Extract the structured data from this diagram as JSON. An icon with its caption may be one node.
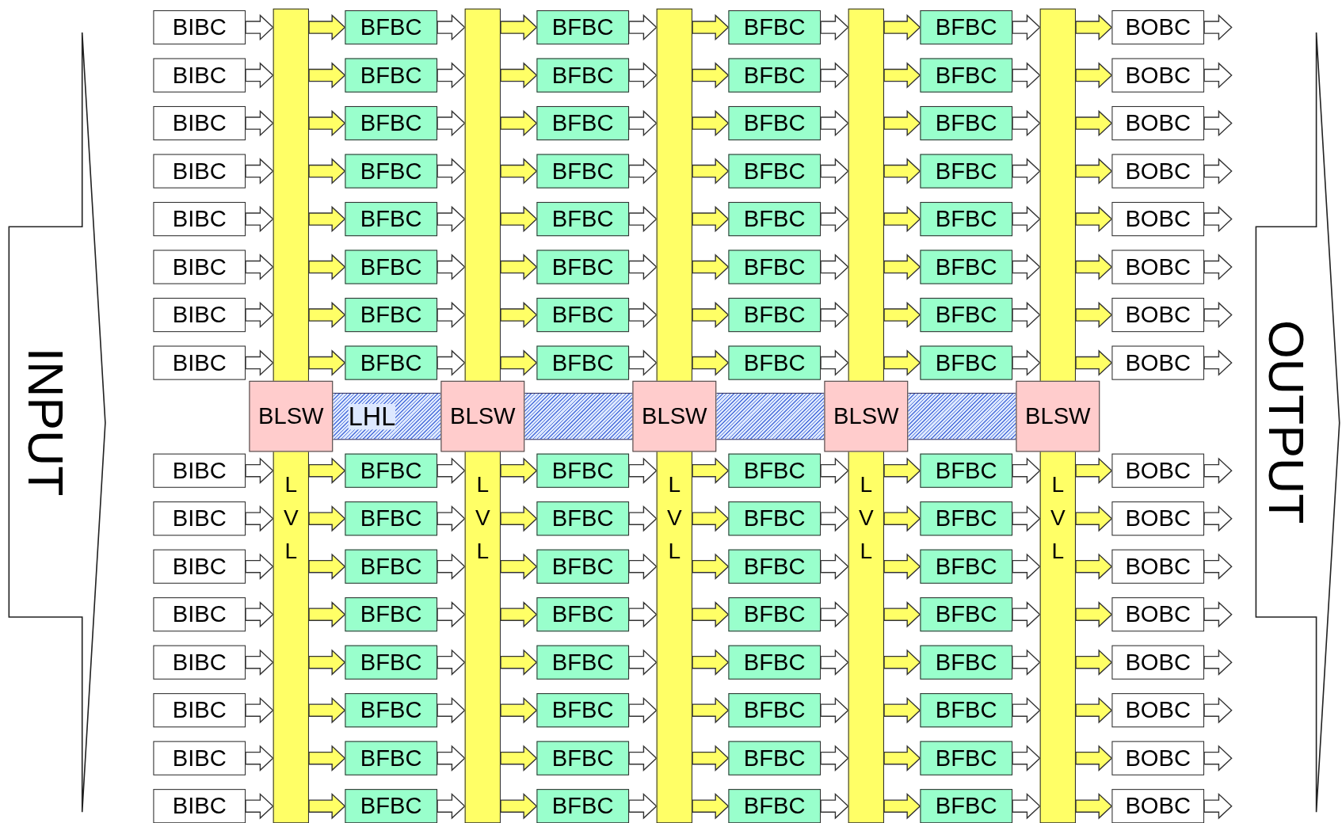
{
  "diagram": {
    "nodes": [
      {
        "text": [
          "INPUT"
        ]
      },
      {
        "text": [
          "LVL"
        ]
      },
      {
        "text": [
          "LVL"
        ]
      },
      {
        "text": [
          "LVL"
        ]
      },
      {
        "text": [
          "LVL"
        ]
      },
      {
        "text": [
          "LVL"
        ]
      },
      {
        "text": [
          "BLSW"
        ]
      },
      {
        "text": [
          "BLSW"
        ]
      },
      {
        "text": [
          "BLSW"
        ]
      },
      {
        "text": [
          "BLSW"
        ]
      },
      {
        "text": [
          "BLSW"
        ]
      },
      {
        "text": [
          "LHL"
        ]
      },
      {
        "text": [],
        "shape": "bar"
      },
      {
        "text": [],
        "shape": "bar"
      },
      {
        "text": [],
        "shape": "bar"
      },
      {
        "text": [
          "BIBC"
        ]
      },
      {
        "text": [
          "BFBC"
        ]
      },
      {
        "text": [
          "BFBC"
        ]
      },
      {
        "text": [
          "BFBC"
        ]
      },
      {
        "text": [
          "BFBC"
        ]
      },
      {
        "text": [
          "BOBC"
        ]
      },
      {
        "text": [
          "BIBC"
        ]
      },
      {
        "text": [
          "BFBC"
        ]
      },
      {
        "text": [
          "BFBC"
        ]
      },
      {
        "text": [
          "BFBC"
        ]
      },
      {
        "text": [
          "BFBC"
        ]
      },
      {
        "text": [
          "BOBC"
        ]
      },
      {
        "text": [
          "BIBC"
        ]
      },
      {
        "text": [
          "BFBC"
        ]
      },
      {
        "text": [
          "BFBC"
        ]
      },
      {
        "text": [
          "BFBC"
        ]
      },
      {
        "text": [
          "BFBC"
        ]
      },
      {
        "text": [
          "BOBC"
        ]
      },
      {
        "text": [
          "BIBC"
        ]
      },
      {
        "text": [
          "BFBC"
        ]
      },
      {
        "text": [
          "BFBC"
        ]
      },
      {
        "text": [
          "BFBC"
        ]
      },
      {
        "text": [
          "BFBC"
        ]
      },
      {
        "text": [
          "BOBC"
        ]
      },
      {
        "text": [
          "BIBC"
        ]
      },
      {
        "text": [
          "BFBC"
        ]
      },
      {
        "text": [
          "BFBC"
        ]
      },
      {
        "text": [
          "BFBC"
        ]
      },
      {
        "text": [
          "BFBC"
        ]
      },
      {
        "text": [
          "BOBC"
        ]
      },
      {
        "text": [
          "BIBC"
        ]
      },
      {
        "text": [
          "BFBC"
        ]
      },
      {
        "text": [
          "BFBC"
        ]
      },
      {
        "text": [
          "BFBC"
        ]
      },
      {
        "text": [
          "BFBC"
        ]
      },
      {
        "text": [
          "BOBC"
        ]
      },
      {
        "text": [
          "BIBC"
        ]
      },
      {
        "text": [
          "BFBC"
        ]
      },
      {
        "text": [
          "BFBC"
        ]
      },
      {
        "text": [
          "BFBC"
        ]
      },
      {
        "text": [
          "BFBC"
        ]
      },
      {
        "text": [
          "BOBC"
        ]
      },
      {
        "text": [
          "BIBC"
        ]
      },
      {
        "text": [
          "BFBC"
        ]
      },
      {
        "text": [
          "BFBC"
        ]
      },
      {
        "text": [
          "BFBC"
        ]
      },
      {
        "text": [
          "BFBC"
        ]
      },
      {
        "text": [
          "BOBC"
        ]
      },
      {
        "text": [
          "BIBC"
        ]
      },
      {
        "text": [
          "BFBC"
        ]
      },
      {
        "text": [
          "BFBC"
        ]
      },
      {
        "text": [
          "BFBC"
        ]
      },
      {
        "text": [
          "BFBC"
        ]
      },
      {
        "text": [
          "BOBC"
        ]
      },
      {
        "text": [
          "BIBC"
        ]
      },
      {
        "text": [
          "BFBC"
        ]
      },
      {
        "text": [
          "BFBC"
        ]
      },
      {
        "text": [
          "BFBC"
        ]
      },
      {
        "text": [
          "BFBC"
        ]
      },
      {
        "text": [
          "BOBC"
        ]
      },
      {
        "text": [
          "BIBC"
        ]
      },
      {
        "text": [
          "BFBC"
        ]
      },
      {
        "text": [
          "BFBC"
        ]
      },
      {
        "text": [
          "BFBC"
        ]
      },
      {
        "text": [
          "BFBC"
        ]
      },
      {
        "text": [
          "BOBC"
        ]
      },
      {
        "text": [
          "BIBC"
        ]
      },
      {
        "text": [
          "BFBC"
        ]
      },
      {
        "text": [
          "BFBC"
        ]
      },
      {
        "text": [
          "BFBC"
        ]
      },
      {
        "text": [
          "BFBC"
        ]
      },
      {
        "text": [
          "BOBC"
        ]
      },
      {
        "text": [
          "BIBC"
        ]
      },
      {
        "text": [
          "BFBC"
        ]
      },
      {
        "text": [
          "BFBC"
        ]
      },
      {
        "text": [
          "BFBC"
        ]
      },
      {
        "text": [
          "BFBC"
        ]
      },
      {
        "text": [
          "BOBC"
        ]
      },
      {
        "text": [
          "BIBC"
        ]
      },
      {
        "text": [
          "BFBC"
        ]
      },
      {
        "text": [
          "BFBC"
        ]
      },
      {
        "text": [
          "BFBC"
        ]
      },
      {
        "text": [
          "BFBC"
        ]
      },
      {
        "text": [
          "BOBC"
        ]
      },
      {
        "text": [
          "BIBC"
        ]
      },
      {
        "text": [
          "BFBC"
        ]
      },
      {
        "text": [
          "BFBC"
        ]
      },
      {
        "text": [
          "BFBC"
        ]
      },
      {
        "text": [
          "BFBC"
        ]
      },
      {
        "text": [
          "BOBC"
        ]
      },
      {
        "text": [
          "BIBC"
        ]
      },
      {
        "text": [
          "BFBC"
        ]
      },
      {
        "text": [
          "BFBC"
        ]
      },
      {
        "text": [
          "BFBC"
        ]
      },
      {
        "text": [
          "BFBC"
        ]
      },
      {
        "text": [
          "BOBC"
        ]
      },
      {
        "text": [
          "OUTPUT"
        ]
      }
    ],
    "edges": [
      {
        "from": 15,
        "to": 1,
        "arrow": "to"
      },
      {
        "from": 1,
        "to": 16,
        "arrow": "to",
        "color": "#ffff66"
      },
      {
        "from": 16,
        "to": 2,
        "arrow": "to"
      },
      {
        "from": 2,
        "to": 17,
        "arrow": "to",
        "color": "#ffff66"
      },
      {
        "from": 17,
        "to": 3,
        "arrow": "to"
      },
      {
        "from": 3,
        "to": 18,
        "arrow": "to",
        "color": "#ffff66"
      },
      {
        "from": 18,
        "to": 4,
        "arrow": "to"
      },
      {
        "from": 4,
        "to": 19,
        "arrow": "to",
        "color": "#ffff66"
      },
      {
        "from": 19,
        "to": 5,
        "arrow": "to"
      },
      {
        "from": 5,
        "to": 20,
        "arrow": "to",
        "color": "#ffff66"
      },
      {
        "from": 20,
        "to": null,
        "arrow": "to"
      },
      {
        "from": 21,
        "to": 1,
        "arrow": "to"
      },
      {
        "from": 1,
        "to": 22,
        "arrow": "to",
        "color": "#ffff66"
      },
      {
        "from": 22,
        "to": 2,
        "arrow": "to"
      },
      {
        "from": 2,
        "to": 23,
        "arrow": "to",
        "color": "#ffff66"
      },
      {
        "from": 23,
        "to": 3,
        "arrow": "to"
      },
      {
        "from": 3,
        "to": 24,
        "arrow": "to",
        "color": "#ffff66"
      },
      {
        "from": 24,
        "to": 4,
        "arrow": "to"
      },
      {
        "from": 4,
        "to": 25,
        "arrow": "to",
        "color": "#ffff66"
      },
      {
        "from": 25,
        "to": 5,
        "arrow": "to"
      },
      {
        "from": 5,
        "to": 26,
        "arrow": "to",
        "color": "#ffff66"
      },
      {
        "from": 26,
        "to": null,
        "arrow": "to"
      },
      {
        "from": 27,
        "to": 1,
        "arrow": "to"
      },
      {
        "from": 1,
        "to": 28,
        "arrow": "to",
        "color": "#ffff66"
      },
      {
        "from": 28,
        "to": 2,
        "arrow": "to"
      },
      {
        "from": 2,
        "to": 29,
        "arrow": "to",
        "color": "#ffff66"
      },
      {
        "from": 29,
        "to": 3,
        "arrow": "to"
      },
      {
        "from": 3,
        "to": 30,
        "arrow": "to",
        "color": "#ffff66"
      },
      {
        "from": 30,
        "to": 4,
        "arrow": "to"
      },
      {
        "from": 4,
        "to": 31,
        "arrow": "to",
        "color": "#ffff66"
      },
      {
        "from": 31,
        "to": 5,
        "arrow": "to"
      },
      {
        "from": 5,
        "to": 32,
        "arrow": "to",
        "color": "#ffff66"
      },
      {
        "from": 32,
        "to": null,
        "arrow": "to"
      },
      {
        "from": 33,
        "to": 1,
        "arrow": "to"
      },
      {
        "from": 1,
        "to": 34,
        "arrow": "to",
        "color": "#ffff66"
      },
      {
        "from": 34,
        "to": 2,
        "arrow": "to"
      },
      {
        "from": 2,
        "to": 35,
        "arrow": "to",
        "color": "#ffff66"
      },
      {
        "from": 35,
        "to": 3,
        "arrow": "to"
      },
      {
        "from": 3,
        "to": 36,
        "arrow": "to",
        "color": "#ffff66"
      },
      {
        "from": 36,
        "to": 4,
        "arrow": "to"
      },
      {
        "from": 4,
        "to": 37,
        "arrow": "to",
        "color": "#ffff66"
      },
      {
        "from": 37,
        "to": 5,
        "arrow": "to"
      },
      {
        "from": 5,
        "to": 38,
        "arrow": "to",
        "color": "#ffff66"
      },
      {
        "from": 38,
        "to": null,
        "arrow": "to"
      },
      {
        "from": 39,
        "to": 1,
        "arrow": "to"
      },
      {
        "from": 1,
        "to": 40,
        "arrow": "to",
        "color": "#ffff66"
      },
      {
        "from": 40,
        "to": 2,
        "arrow": "to"
      },
      {
        "from": 2,
        "to": 41,
        "arrow": "to",
        "color": "#ffff66"
      },
      {
        "from": 41,
        "to": 3,
        "arrow": "to"
      },
      {
        "from": 3,
        "to": 42,
        "arrow": "to",
        "color": "#ffff66"
      },
      {
        "from": 42,
        "to": 4,
        "arrow": "to"
      },
      {
        "from": 4,
        "to": 43,
        "arrow": "to",
        "color": "#ffff66"
      },
      {
        "from": 43,
        "to": 5,
        "arrow": "to"
      },
      {
        "from": 5,
        "to": 44,
        "arrow": "to",
        "color": "#ffff66"
      },
      {
        "from": 44,
        "to": null,
        "arrow": "to"
      },
      {
        "from": 45,
        "to": 1,
        "arrow": "to"
      },
      {
        "from": 1,
        "to": 46,
        "arrow": "to",
        "color": "#ffff66"
      },
      {
        "from": 46,
        "to": 2,
        "arrow": "to"
      },
      {
        "from": 2,
        "to": 47,
        "arrow": "to",
        "color": "#ffff66"
      },
      {
        "from": 47,
        "to": 3,
        "arrow": "to"
      },
      {
        "from": 3,
        "to": 48,
        "arrow": "to",
        "color": "#ffff66"
      },
      {
        "from": 48,
        "to": 4,
        "arrow": "to"
      },
      {
        "from": 4,
        "to": 49,
        "arrow": "to",
        "color": "#ffff66"
      },
      {
        "from": 49,
        "to": 5,
        "arrow": "to"
      },
      {
        "from": 5,
        "to": 50,
        "arrow": "to",
        "color": "#ffff66"
      },
      {
        "from": 50,
        "to": null,
        "arrow": "to"
      },
      {
        "from": 51,
        "to": 1,
        "arrow": "to"
      },
      {
        "from": 1,
        "to": 52,
        "arrow": "to",
        "color": "#ffff66"
      },
      {
        "from": 52,
        "to": 2,
        "arrow": "to"
      },
      {
        "from": 2,
        "to": 53,
        "arrow": "to",
        "color": "#ffff66"
      },
      {
        "from": 53,
        "to": 3,
        "arrow": "to"
      },
      {
        "from": 3,
        "to": 54,
        "arrow": "to",
        "color": "#ffff66"
      },
      {
        "from": 54,
        "to": 4,
        "arrow": "to"
      },
      {
        "from": 4,
        "to": 55,
        "arrow": "to",
        "color": "#ffff66"
      },
      {
        "from": 55,
        "to": 5,
        "arrow": "to"
      },
      {
        "from": 5,
        "to": 56,
        "arrow": "to",
        "color": "#ffff66"
      },
      {
        "from": 56,
        "to": null,
        "arrow": "to"
      },
      {
        "from": 57,
        "to": 1,
        "arrow": "to"
      },
      {
        "from": 1,
        "to": 58,
        "arrow": "to",
        "color": "#ffff66"
      },
      {
        "from": 58,
        "to": 2,
        "arrow": "to"
      },
      {
        "from": 2,
        "to": 59,
        "arrow": "to",
        "color": "#ffff66"
      },
      {
        "from": 59,
        "to": 3,
        "arrow": "to"
      },
      {
        "from": 3,
        "to": 60,
        "arrow": "to",
        "color": "#ffff66"
      },
      {
        "from": 60,
        "to": 4,
        "arrow": "to"
      },
      {
        "from": 4,
        "to": 61,
        "arrow": "to",
        "color": "#ffff66"
      },
      {
        "from": 61,
        "to": 5,
        "arrow": "to"
      },
      {
        "from": 5,
        "to": 62,
        "arrow": "to",
        "color": "#ffff66"
      },
      {
        "from": 62,
        "to": null,
        "arrow": "to"
      },
      {
        "from": 63,
        "to": 1,
        "arrow": "to"
      },
      {
        "from": 1,
        "to": 64,
        "arrow": "to",
        "color": "#ffff66"
      },
      {
        "from": 64,
        "to": 2,
        "arrow": "to"
      },
      {
        "from": 2,
        "to": 65,
        "arrow": "to",
        "color": "#ffff66"
      },
      {
        "from": 65,
        "to": 3,
        "arrow": "to"
      },
      {
        "from": 3,
        "to": 66,
        "arrow": "to",
        "color": "#ffff66"
      },
      {
        "from": 66,
        "to": 4,
        "arrow": "to"
      },
      {
        "from": 4,
        "to": 67,
        "arrow": "to",
        "color": "#ffff66"
      },
      {
        "from": 67,
        "to": 5,
        "arrow": "to"
      },
      {
        "from": 5,
        "to": 68,
        "arrow": "to",
        "color": "#ffff66"
      },
      {
        "from": 68,
        "to": null,
        "arrow": "to"
      },
      {
        "from": 69,
        "to": 1,
        "arrow": "to"
      },
      {
        "from": 1,
        "to": 70,
        "arrow": "to",
        "color": "#ffff66"
      },
      {
        "from": 70,
        "to": 2,
        "arrow": "to"
      },
      {
        "from": 2,
        "to": 71,
        "arrow": "to",
        "color": "#ffff66"
      },
      {
        "from": 71,
        "to": 3,
        "arrow": "to"
      },
      {
        "from": 3,
        "to": 72,
        "arrow": "to",
        "color": "#ffff66"
      },
      {
        "from": 72,
        "to": 4,
        "arrow": "to"
      },
      {
        "from": 4,
        "to": 73,
        "arrow": "to",
        "color": "#ffff66"
      },
      {
        "from": 73,
        "to": 5,
        "arrow": "to"
      },
      {
        "from": 5,
        "to": 74,
        "arrow": "to",
        "color": "#ffff66"
      },
      {
        "from": 74,
        "to": null,
        "arrow": "to"
      },
      {
        "from": 75,
        "to": 1,
        "arrow": "to"
      },
      {
        "from": 1,
        "to": 76,
        "arrow": "to",
        "color": "#ffff66"
      },
      {
        "from": 76,
        "to": 2,
        "arrow": "to"
      },
      {
        "from": 2,
        "to": 77,
        "arrow": "to",
        "color": "#ffff66"
      },
      {
        "from": 77,
        "to": 3,
        "arrow": "to"
      },
      {
        "from": 3,
        "to": 78,
        "arrow": "to",
        "color": "#ffff66"
      },
      {
        "from": 78,
        "to": 4,
        "arrow": "to"
      },
      {
        "from": 4,
        "to": 79,
        "arrow": "to",
        "color": "#ffff66"
      },
      {
        "from": 79,
        "to": 5,
        "arrow": "to"
      },
      {
        "from": 5,
        "to": 80,
        "arrow": "to",
        "color": "#ffff66"
      },
      {
        "from": 80,
        "to": null,
        "arrow": "to"
      },
      {
        "from": 81,
        "to": 1,
        "arrow": "to"
      },
      {
        "from": 1,
        "to": 82,
        "arrow": "to",
        "color": "#ffff66"
      },
      {
        "from": 82,
        "to": 2,
        "arrow": "to"
      },
      {
        "from": 2,
        "to": 83,
        "arrow": "to",
        "color": "#ffff66"
      },
      {
        "from": 83,
        "to": 3,
        "arrow": "to"
      },
      {
        "from": 3,
        "to": 84,
        "arrow": "to",
        "color": "#ffff66"
      },
      {
        "from": 84,
        "to": 4,
        "arrow": "to"
      },
      {
        "from": 4,
        "to": 85,
        "arrow": "to",
        "color": "#ffff66"
      },
      {
        "from": 85,
        "to": 5,
        "arrow": "to"
      },
      {
        "from": 5,
        "to": 86,
        "arrow": "to",
        "color": "#ffff66"
      },
      {
        "from": 86,
        "to": null,
        "arrow": "to"
      },
      {
        "from": 87,
        "to": 1,
        "arrow": "to"
      },
      {
        "from": 1,
        "to": 88,
        "arrow": "to",
        "color": "#ffff66"
      },
      {
        "from": 88,
        "to": 2,
        "arrow": "to"
      },
      {
        "from": 2,
        "to": 89,
        "arrow": "to",
        "color": "#ffff66"
      },
      {
        "from": 89,
        "to": 3,
        "arrow": "to"
      },
      {
        "from": 3,
        "to": 90,
        "arrow": "to",
        "color": "#ffff66"
      },
      {
        "from": 90,
        "to": 4,
        "arrow": "to"
      },
      {
        "from": 4,
        "to": 91,
        "arrow": "to",
        "color": "#ffff66"
      },
      {
        "from": 91,
        "to": 5,
        "arrow": "to"
      },
      {
        "from": 5,
        "to": 92,
        "arrow": "to",
        "color": "#ffff66"
      },
      {
        "from": 92,
        "to": null,
        "arrow": "to"
      },
      {
        "from": 93,
        "to": 1,
        "arrow": "to"
      },
      {
        "from": 1,
        "to": 94,
        "arrow": "to",
        "color": "#ffff66"
      },
      {
        "from": 94,
        "to": 2,
        "arrow": "to"
      },
      {
        "from": 2,
        "to": 95,
        "arrow": "to",
        "color": "#ffff66"
      },
      {
        "from": 95,
        "to": 3,
        "arrow": "to"
      },
      {
        "from": 3,
        "to": 96,
        "arrow": "to",
        "color": "#ffff66"
      },
      {
        "from": 96,
        "to": 4,
        "arrow": "to"
      },
      {
        "from": 4,
        "to": 97,
        "arrow": "to",
        "color": "#ffff66"
      },
      {
        "from": 97,
        "to": 5,
        "arrow": "to"
      },
      {
        "from": 5,
        "to": 98,
        "arrow": "to",
        "color": "#ffff66"
      },
      {
        "from": 98,
        "to": null,
        "arrow": "to"
      },
      {
        "from": 99,
        "to": 1,
        "arrow": "to"
      },
      {
        "from": 1,
        "to": 100,
        "arrow": "to",
        "color": "#ffff66"
      },
      {
        "from": 100,
        "to": 2,
        "arrow": "to"
      },
      {
        "from": 2,
        "to": 101,
        "arrow": "to",
        "color": "#ffff66"
      },
      {
        "from": 101,
        "to": 3,
        "arrow": "to"
      },
      {
        "from": 3,
        "to": 102,
        "arrow": "to",
        "color": "#ffff66"
      },
      {
        "from": 102,
        "to": 4,
        "arrow": "to"
      },
      {
        "from": 4,
        "to": 103,
        "arrow": "to",
        "color": "#ffff66"
      },
      {
        "from": 103,
        "to": 5,
        "arrow": "to"
      },
      {
        "from": 5,
        "to": 104,
        "arrow": "to",
        "color": "#ffff66"
      },
      {
        "from": 104,
        "to": null,
        "arrow": "to"
      },
      {
        "from": 105,
        "to": 1,
        "arrow": "to"
      },
      {
        "from": 1,
        "to": 106,
        "arrow": "to",
        "color": "#ffff66"
      },
      {
        "from": 106,
        "to": 2,
        "arrow": "to"
      },
      {
        "from": 2,
        "to": 107,
        "arrow": "to",
        "color": "#ffff66"
      },
      {
        "from": 107,
        "to": 3,
        "arrow": "to"
      },
      {
        "from": 3,
        "to": 108,
        "arrow": "to",
        "color": "#ffff66"
      },
      {
        "from": 108,
        "to": 4,
        "arrow": "to"
      },
      {
        "from": 4,
        "to": 109,
        "arrow": "to",
        "color": "#ffff66"
      },
      {
        "from": 109,
        "to": 5,
        "arrow": "to"
      },
      {
        "from": 5,
        "to": 110,
        "arrow": "to",
        "color": "#ffff66"
      },
      {
        "from": 110,
        "to": null,
        "arrow": "to"
      }
    ]
  }
}
